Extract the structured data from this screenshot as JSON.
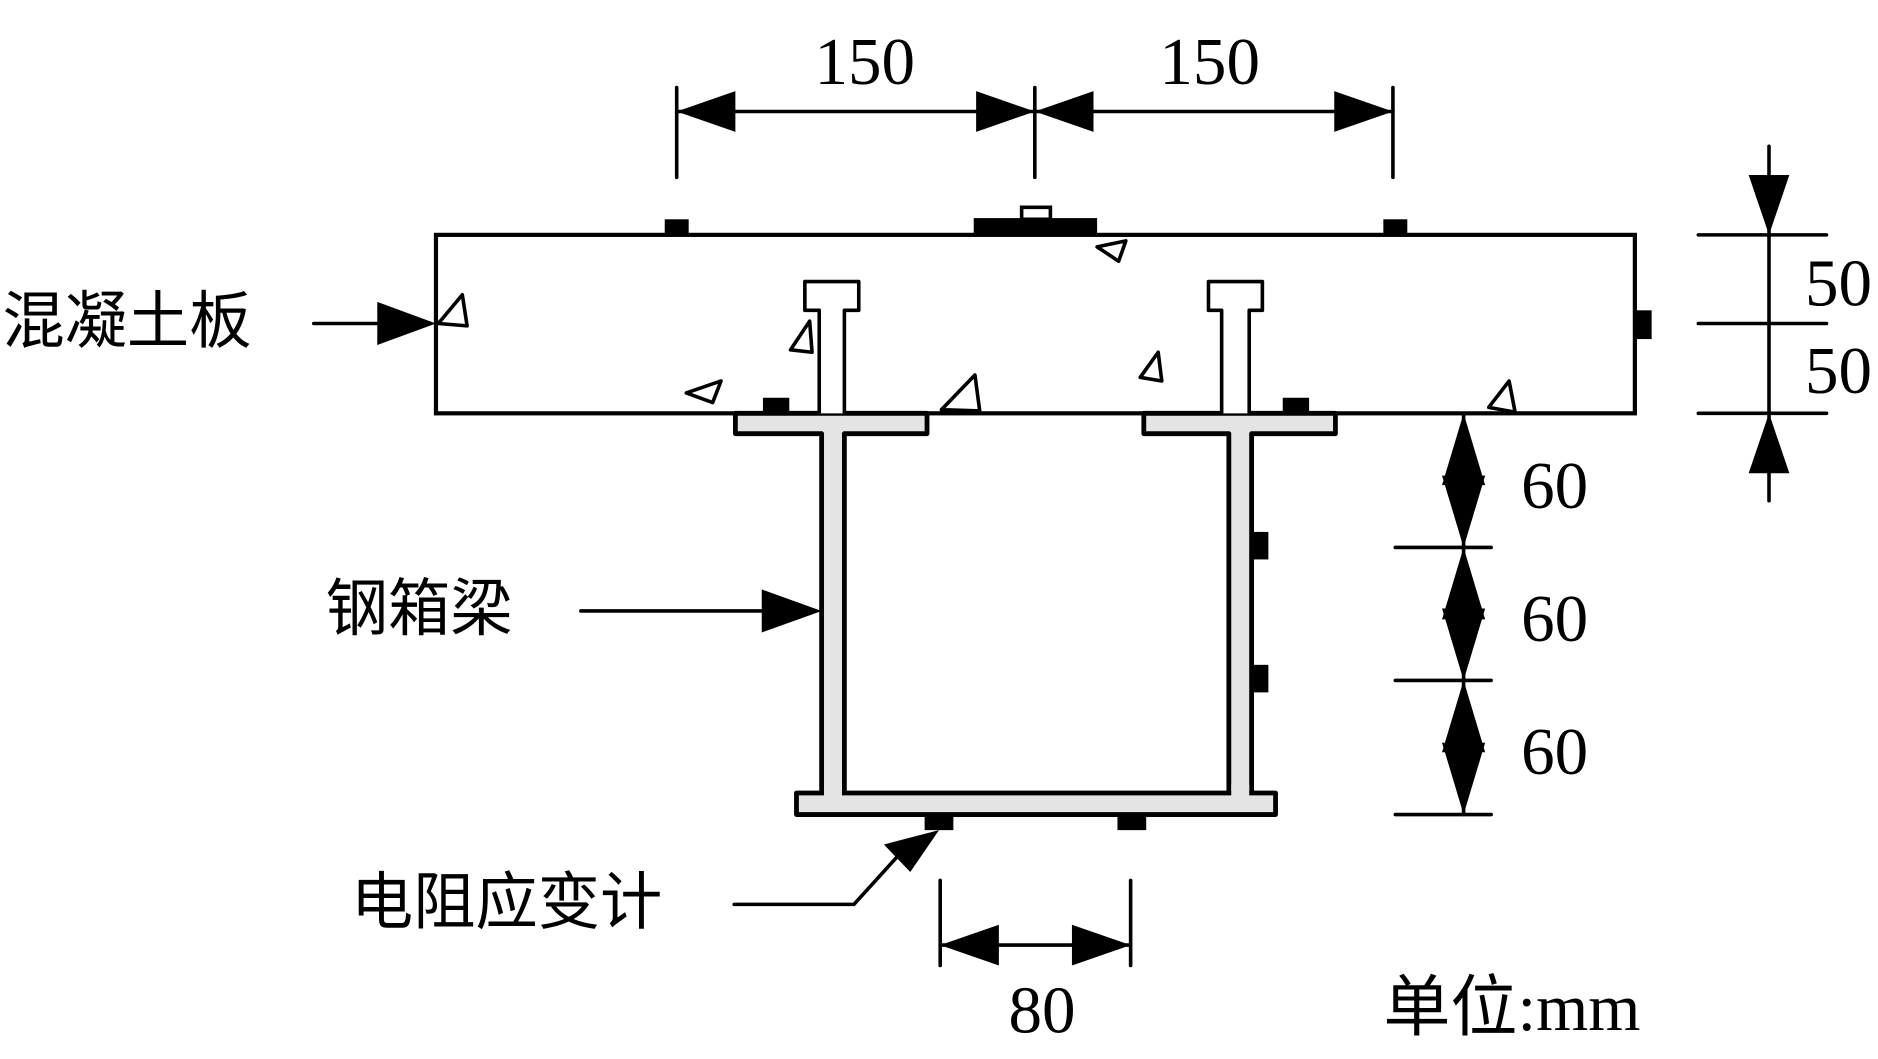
{
  "figure": {
    "type": "cross-section diagram",
    "subject": "composite steel box girder with concrete slab and strain gauge layout"
  },
  "labels": {
    "concrete_slab": "混凝土板",
    "steel_box_girder": "钢箱梁",
    "strain_gauge": "电阻应变计",
    "unit": "单位:mm"
  },
  "dimensions": {
    "top_left_spacing": "150",
    "top_right_spacing": "150",
    "slab_upper_half": "50",
    "slab_lower_half": "50",
    "web_segment_1": "60",
    "web_segment_2": "60",
    "web_segment_3": "60",
    "bottom_gauge_spacing": "80"
  },
  "colors": {
    "line": "#000000",
    "steel_fill": "#e4e4e4",
    "background": "#ffffff"
  }
}
